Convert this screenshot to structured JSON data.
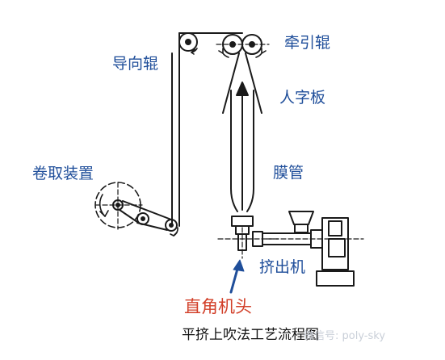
{
  "diagram": {
    "labels": {
      "guide_roller": "导向辊",
      "nip_rollers": "牵引辊",
      "collapsing_board": "人字板",
      "film_tube": "膜管",
      "winding_device": "卷取装置",
      "extruder": "挤出机",
      "right_angle_die": "直角机头"
    },
    "caption": "平挤上吹法工艺流程图",
    "watermark": "微信号: poly-sky"
  },
  "colors": {
    "line": "#1a1a1a",
    "label_blue": "#1f4e9a",
    "label_red": "#d2402a",
    "pointer_arrow": "#1f4e9a",
    "watermark": "#c9cfd8"
  }
}
